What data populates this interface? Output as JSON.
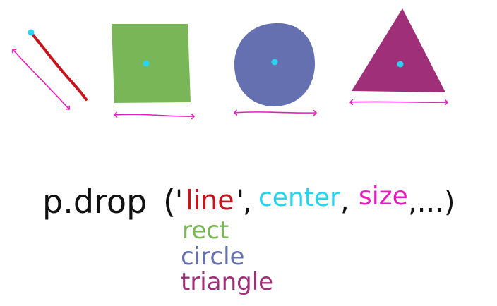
{
  "shapes": [
    {
      "name": "line",
      "fill": "#c7141c"
    },
    {
      "name": "rect",
      "fill": "#79b657"
    },
    {
      "name": "circle",
      "fill": "#6470b0"
    },
    {
      "name": "triangle",
      "fill": "#9e2f78"
    }
  ],
  "colors": {
    "center_dot": "#29d3ee",
    "size_arrow": "#e81bbd",
    "ink": "#111111"
  },
  "code": {
    "function": "p.drop",
    "open_paren": "(",
    "quote_open": "'",
    "shape_arg": "line",
    "quote_close": "'",
    "comma1": ",",
    "center_arg": "center",
    "comma2": ",",
    "size_arg": "size",
    "rest": ",...)"
  },
  "alternatives": [
    "rect",
    "circle",
    "triangle"
  ]
}
